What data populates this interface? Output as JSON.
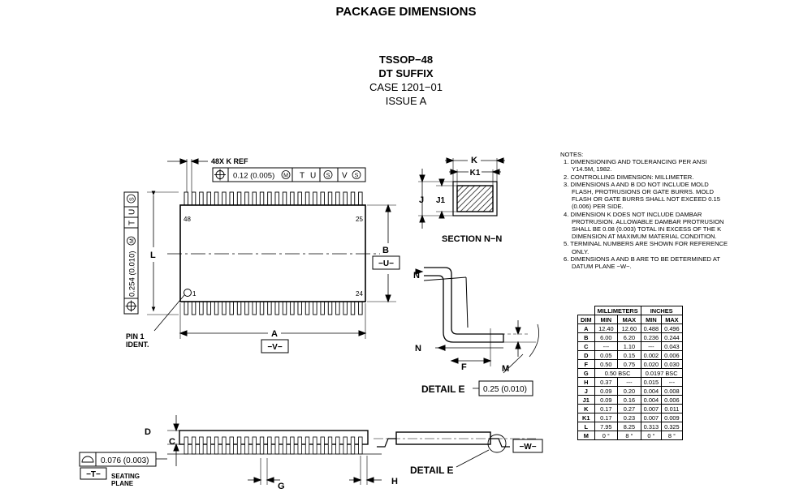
{
  "header": {
    "title": "PACKAGE DIMENSIONS",
    "package_name": "TSSOP−48",
    "suffix": "DT SUFFIX",
    "case": "CASE 1201−01",
    "issue": "ISSUE A"
  },
  "top_view": {
    "kref": "48X K REF",
    "fcf_value": "0.12 (0.005)",
    "fcf_mod": "M",
    "fcf_t": "T",
    "fcf_u": "U",
    "fcf_s1": "S",
    "fcf_v": "V",
    "fcf_s2": "S",
    "side_fcf_value": "0.254 (0.010)",
    "side_fcf_mod": "M",
    "side_fcf_t": "T",
    "side_fcf_u": "U",
    "side_fcf_s": "S",
    "pin48": "48",
    "pin25": "25",
    "pin1": "1",
    "pin24": "24",
    "label_L": "L",
    "label_B": "B",
    "datum_U": "−U−",
    "label_A": "A",
    "datum_V": "−V−",
    "pin1_ident_line1": "PIN 1",
    "pin1_ident_line2": "IDENT."
  },
  "section": {
    "label_K": "K",
    "label_K1": "K1",
    "label_J": "J",
    "label_J1": "J1",
    "title": "SECTION N−N"
  },
  "detail_e": {
    "label_N1": "N",
    "label_N2": "N",
    "label_F": "F",
    "label_M": "M",
    "title": "DETAIL E",
    "fcf_value": "0.25 (0.010)"
  },
  "side_view": {
    "label_D": "D",
    "label_C": "C",
    "flatness_value": "0.076 (0.003)",
    "datum_T": "−T−",
    "seating_line1": "SEATING",
    "seating_line2": "PLANE",
    "label_G": "G",
    "label_H": "H",
    "detail_ref": "DETAIL E",
    "datum_W": "−W−"
  },
  "notes": {
    "title": "NOTES:",
    "items": [
      "1.  DIMENSIONING AND TOLERANCING PER ANSI Y14.5M, 1982.",
      "2.  CONTROLLING DIMENSION: MILLIMETER.",
      "3.  DIMENSIONS A AND B DO NOT INCLUDE MOLD FLASH, PROTRUSIONS OR GATE BURRS. MOLD FLASH OR GATE BURRS SHALL NOT EXCEED 0.15 (0.006) PER SIDE.",
      "4.  DIMENSION K DOES NOT INCLUDE DAMBAR PROTRUSION. ALLOWABLE DAMBAR PROTRUSION SHALL BE 0.08 (0.003) TOTAL IN EXCESS OF THE K DIMENSION AT MAXIMUM MATERIAL CONDITION.",
      "5.  TERMINAL NUMBERS ARE SHOWN FOR REFERENCE ONLY.",
      "6.  DIMENSIONS A AND B ARE TO BE DETERMINED AT DATUM PLANE −W−."
    ]
  },
  "table": {
    "group_mm": "MILLIMETERS",
    "group_in": "INCHES",
    "col_dim": "DIM",
    "col_min": "MIN",
    "col_max": "MAX",
    "rows": [
      [
        "A",
        "12.40",
        "12.60",
        "0.488",
        "0.496"
      ],
      [
        "B",
        "6.00",
        "6.20",
        "0.236",
        "0.244"
      ],
      [
        "C",
        "---",
        "1.10",
        "---",
        "0.043"
      ],
      [
        "D",
        "0.05",
        "0.15",
        "0.002",
        "0.006"
      ],
      [
        "F",
        "0.50",
        "0.75",
        "0.020",
        "0.030"
      ],
      [
        "G",
        "0.50 BSC",
        "",
        "0.0197 BSC",
        ""
      ],
      [
        "H",
        "0.37",
        "---",
        "0.015",
        "---"
      ],
      [
        "J",
        "0.09",
        "0.20",
        "0.004",
        "0.008"
      ],
      [
        "J1",
        "0.09",
        "0.16",
        "0.004",
        "0.006"
      ],
      [
        "K",
        "0.17",
        "0.27",
        "0.007",
        "0.011"
      ],
      [
        "K1",
        "0.17",
        "0.23",
        "0.007",
        "0.009"
      ],
      [
        "L",
        "7.95",
        "8.25",
        "0.313",
        "0.325"
      ],
      [
        "M",
        "0 °",
        "8 °",
        "0 °",
        "8 °"
      ]
    ]
  }
}
